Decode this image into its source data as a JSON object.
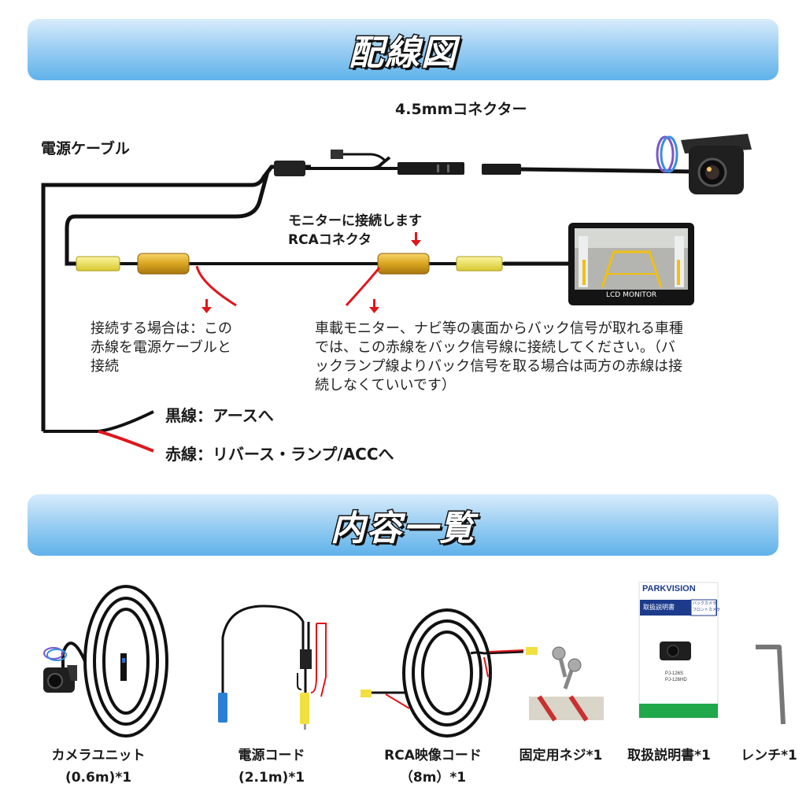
{
  "banners": {
    "wiring_title": "配線図",
    "contents_title": "内容一覧"
  },
  "wiring": {
    "connector_label": "4.5mmコネクター",
    "power_cable_label": "電源ケーブル",
    "monitor_rca_label_line1": "モニターに接続します",
    "monitor_rca_label_line2": "RCAコネクタ",
    "monitor_screen_text": "LCD MONITOR",
    "note_left": [
      "接続する場合は：この",
      "赤線を電源ケーブルと",
      "接続"
    ],
    "note_right": [
      "車載モニター、ナビ等の裏面からバック信号が取れる車種",
      "では、この赤線をバック信号線に接続してください。（バ",
      "ックランプ線よりバック信号を取る場合は両方の赤線は接",
      "続しなくていいです）"
    ],
    "black_wire_label": "黒線：アースへ",
    "red_wire_label": "赤線：リバース・ランプ/ACCへ"
  },
  "contents": {
    "items": [
      {
        "line1": "カメラユニット",
        "line2": "(0.6m)*1"
      },
      {
        "line1": "電源コード",
        "line2": "(2.1m)*1"
      },
      {
        "line1": "RCA映像コード",
        "line2": "（8m）*1"
      },
      {
        "line1": "固定用ネジ*1",
        "line2": ""
      },
      {
        "line1": "取扱説明書*1",
        "line2": ""
      },
      {
        "line1": "レンチ*1",
        "line2": ""
      }
    ],
    "manual": {
      "brand": "PARKVISION",
      "title": "取扱説明書",
      "subtitle1": "バックカメラ",
      "subtitle2": "フロントカメラ",
      "model1": "PJ-126S",
      "model2": "PJ-126HD"
    }
  },
  "colors": {
    "banner_top": "#d8ecfb",
    "banner_bottom": "#5fb2ea",
    "wire_black": "#111111",
    "wire_red": "#e0161b",
    "rca_yellow": "#f0e24a",
    "rca_gold": "#d9a520"
  }
}
